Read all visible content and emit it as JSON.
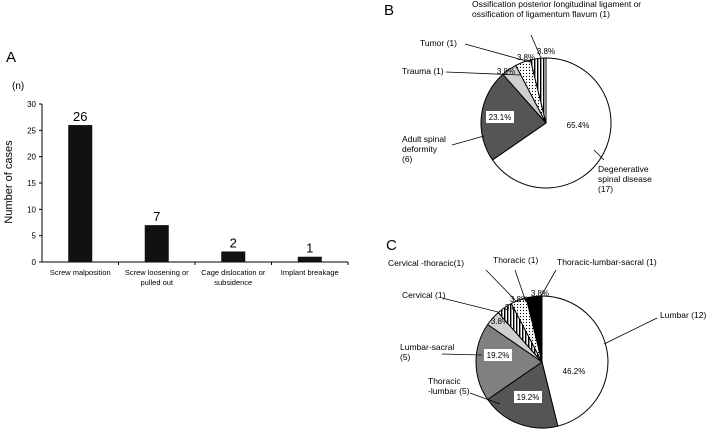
{
  "panels": {
    "a": "A",
    "b": "B",
    "c": "C"
  },
  "colors": {
    "bar": "#111111",
    "white": "#ffffff",
    "dark_gray": "#555555",
    "mid_gray": "#808080",
    "light_gray": "#cfcfcf",
    "black": "#000000"
  },
  "chart_data": [
    {
      "type": "bar",
      "title": "",
      "ylabel": "Number of cases",
      "yunit": "(n)",
      "ylim": [
        0,
        30
      ],
      "yticks": [
        0,
        5,
        10,
        15,
        20,
        25,
        30
      ],
      "categories": [
        [
          "Screw malposition"
        ],
        [
          "Screw loosening or",
          "pulled out"
        ],
        [
          "Cage dislocation or",
          "subsidence"
        ],
        [
          "Implant breakage"
        ]
      ],
      "values": [
        26,
        7,
        2,
        1
      ],
      "value_labels": [
        "26",
        "7",
        "2",
        "1"
      ],
      "grid": false
    },
    {
      "type": "pie",
      "slices": [
        {
          "label": [
            "Degenerative",
            "spinal disease",
            "(17)"
          ],
          "count": 17,
          "percent": 65.4,
          "percent_label": "65.4%",
          "fill": "white"
        },
        {
          "label": [
            "Adult spinal",
            "deformity",
            "(6)"
          ],
          "count": 6,
          "percent": 23.1,
          "percent_label": "23.1%",
          "fill": "dark_gray"
        },
        {
          "label": [
            "Trauma (1)"
          ],
          "count": 1,
          "percent": 3.8,
          "percent_label": "3.8%",
          "fill": "light_gray"
        },
        {
          "label": [
            "Tumor (1)"
          ],
          "count": 1,
          "percent": 3.8,
          "percent_label": "3.8%",
          "fill": "dots"
        },
        {
          "label": [
            "Ossification posterior longitudinal ligament or",
            "ossification of ligamentum flavum (1)"
          ],
          "count": 1,
          "percent": 3.8,
          "percent_label": "3.8%",
          "fill": "vstripes"
        }
      ]
    },
    {
      "type": "pie",
      "slices": [
        {
          "label": [
            "Lumbar (12)"
          ],
          "count": 12,
          "percent": 46.2,
          "percent_label": "46.2%",
          "fill": "white"
        },
        {
          "label": [
            "Thoracic",
            "-lumbar (5)"
          ],
          "count": 5,
          "percent": 19.2,
          "percent_label": "19.2%",
          "fill": "dark_gray"
        },
        {
          "label": [
            "Lumbar-sacral",
            "(5)"
          ],
          "count": 5,
          "percent": 19.2,
          "percent_label": "19.2%",
          "fill": "mid_gray"
        },
        {
          "label": [
            "Cervical (1)"
          ],
          "count": 1,
          "percent": 3.8,
          "percent_label": "3.8%",
          "fill": "light_gray"
        },
        {
          "label": [
            "Cervical -thoracic(1)"
          ],
          "count": 1,
          "percent": 3.8,
          "percent_label": "3.8%",
          "fill": "vstripes"
        },
        {
          "label": [
            "Thoracic (1)"
          ],
          "count": 1,
          "percent": 3.8,
          "percent_label": "3.8%",
          "fill": "dots"
        },
        {
          "label": [
            "Thoracic-lumbar-sacral (1)"
          ],
          "count": 1,
          "percent": 3.8,
          "percent_label": "3.8%",
          "fill": "black"
        }
      ]
    }
  ]
}
